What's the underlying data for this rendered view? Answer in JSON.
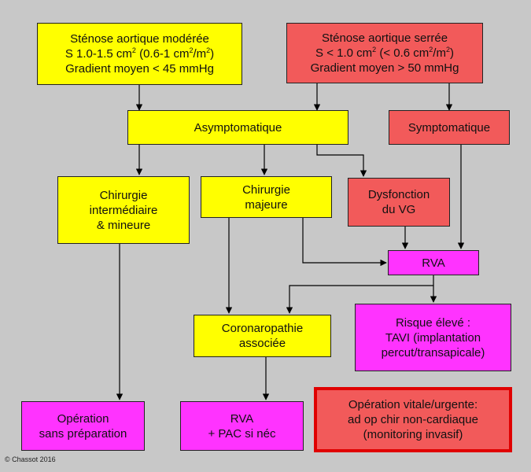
{
  "diagram": {
    "nodes": {
      "moderate": {
        "line1": "Sténose aortique modérée",
        "line2_a": "S 1.0-1.5 cm",
        "line2_sup1": "2",
        "line2_b": " (0.6-1 cm",
        "line2_sup2": "2",
        "line2_c": "/m",
        "line2_sup3": "2",
        "line2_d": ")",
        "line3": "Gradient moyen < 45 mmHg"
      },
      "severe": {
        "line1": "Sténose aortique serrée",
        "line2_a": "S < 1.0 cm",
        "line2_sup1": "2",
        "line2_b": " (< 0.6 cm",
        "line2_sup2": "2",
        "line2_c": "/m",
        "line2_sup3": "2",
        "line2_d": ")",
        "line3": "Gradient moyen > 50 mmHg"
      },
      "asymptomatic": {
        "label": "Asymptomatique"
      },
      "symptomatic": {
        "label": "Symptomatique"
      },
      "surgery_intermediate": {
        "line1": "Chirurgie",
        "line2": "intermédiaire",
        "line3": "& mineure"
      },
      "surgery_major": {
        "line1": "Chirurgie",
        "line2": "majeure"
      },
      "lv_dysfunction": {
        "line1": "Dysfonction",
        "line2": "du VG"
      },
      "rva": {
        "label": "RVA"
      },
      "high_risk": {
        "line1": "Risque élevé :",
        "line2": "TAVI (implantation",
        "line3": "percut/transapicale)"
      },
      "coronaropathy": {
        "line1": "Coronaropathie",
        "line2": "associée"
      },
      "operation_no_prep": {
        "line1": "Opération",
        "line2": "sans préparation"
      },
      "rva_pac": {
        "line1": "RVA",
        "line2": "+ PAC si néc"
      },
      "vital": {
        "line1": "Opération vitale/urgente:",
        "line2": "ad op chir non-cardiaque",
        "line3": "(monitoring invasif)"
      }
    },
    "colors": {
      "background": "#c8c8c8",
      "yellow": "#ffff00",
      "red": "#f25a5a",
      "magenta": "#ff33ff",
      "urgent_border": "#e00000"
    }
  },
  "footer": {
    "copyright": "© Chassot 2016"
  }
}
